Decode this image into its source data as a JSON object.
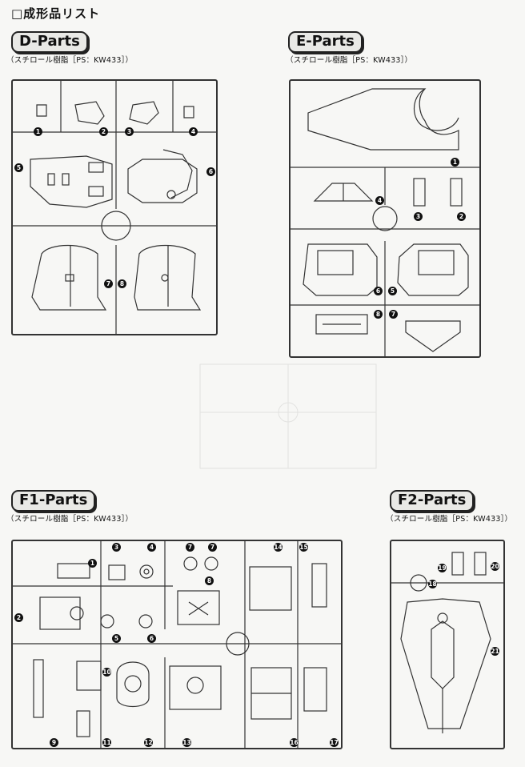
{
  "header": {
    "title": "□成形品リスト"
  },
  "sections": {
    "d": {
      "label": "D-Parts",
      "material": "（スチロール樹脂［PS：KW433］）",
      "numbers": [
        "1",
        "2",
        "3",
        "4",
        "5",
        "6",
        "7",
        "8"
      ]
    },
    "e": {
      "label": "E-Parts",
      "material": "（スチロール樹脂［PS：KW433］）",
      "numbers": [
        "1",
        "2",
        "3",
        "4",
        "5",
        "6",
        "7",
        "8"
      ]
    },
    "f1": {
      "label": "F1-Parts",
      "material": "（スチロール樹脂［PS：KW433］）",
      "numbers": [
        "1",
        "2",
        "3",
        "4",
        "5",
        "6",
        "7",
        "7",
        "8",
        "9",
        "10",
        "11",
        "12",
        "13",
        "14",
        "15",
        "16",
        "17"
      ]
    },
    "f2": {
      "label": "F2-Parts",
      "material": "（スチロール樹脂［PS：KW433］）",
      "numbers": [
        "18",
        "19",
        "20",
        "21"
      ]
    }
  },
  "colors": {
    "ink": "#222222",
    "paper": "#f7f7f5",
    "badge_bg": "#e9e9e6"
  }
}
